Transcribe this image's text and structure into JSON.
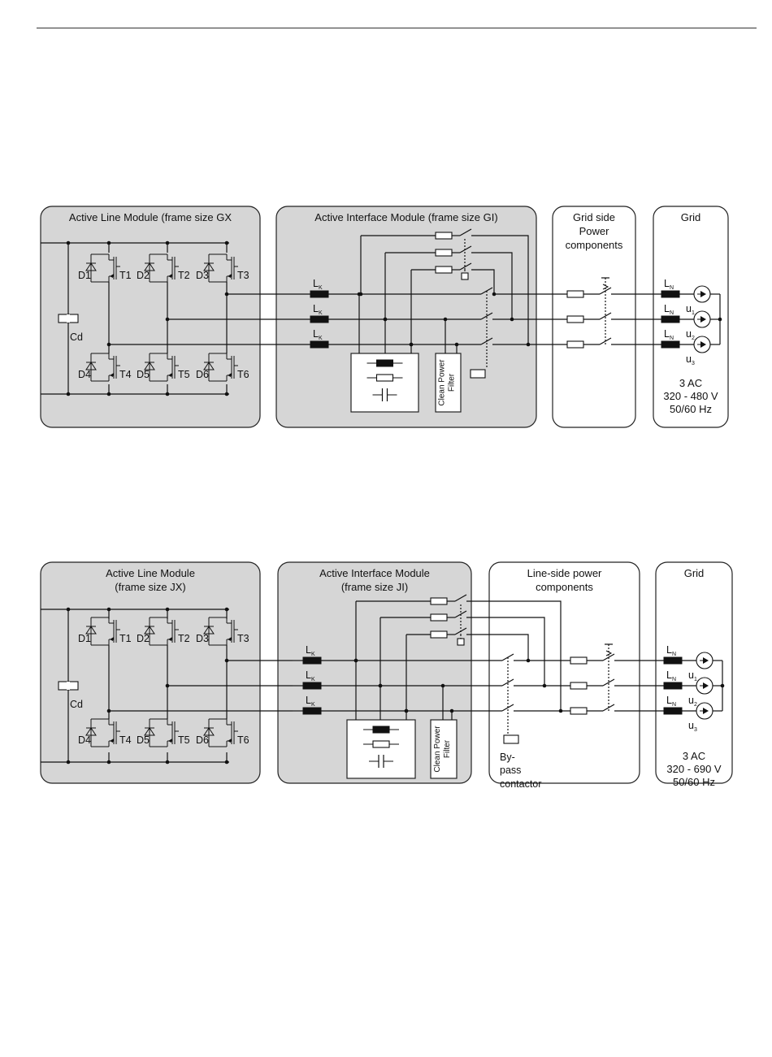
{
  "diagrams": [
    {
      "id": "gx",
      "alm_title": [
        "Active Line Module (frame size GX"
      ],
      "aim_title": [
        "Active Interface Module (frame size GI)"
      ],
      "lpc_title": [
        "Grid side",
        "Power",
        "components"
      ],
      "grid_title": "Grid",
      "capacitor_label": "Cd",
      "diodes": [
        "D1",
        "D2",
        "D3",
        "D4",
        "D5",
        "D6"
      ],
      "transistors": [
        "T1",
        "T2",
        "T3",
        "T4",
        "T5",
        "T6"
      ],
      "inductor_k": "L",
      "inductor_k_sub": "K",
      "inductor_n": "L",
      "inductor_n_sub": "N",
      "voltage_sources": [
        "u",
        "u",
        "u"
      ],
      "voltage_subs": [
        "1",
        "2",
        "3"
      ],
      "filter_label": [
        "Clean Power",
        "Filter"
      ],
      "bypass_label": [],
      "supply": [
        "3 AC",
        "320 - 480 V",
        "50/60 Hz"
      ]
    },
    {
      "id": "jx",
      "alm_title": [
        "Active Line Module",
        "(frame size JX)"
      ],
      "aim_title": [
        "Active Interface Module",
        "(frame size JI)"
      ],
      "lpc_title": [
        "Line-side power",
        "components"
      ],
      "grid_title": "Grid",
      "capacitor_label": "Cd",
      "diodes": [
        "D1",
        "D2",
        "D3",
        "D4",
        "D5",
        "D6"
      ],
      "transistors": [
        "T1",
        "T2",
        "T3",
        "T4",
        "T5",
        "T6"
      ],
      "inductor_k": "L",
      "inductor_k_sub": "K",
      "inductor_n": "L",
      "inductor_n_sub": "N",
      "voltage_sources": [
        "u",
        "u",
        "u"
      ],
      "voltage_subs": [
        "1",
        "2",
        "3"
      ],
      "filter_label": [
        "Clean Power",
        "Filter"
      ],
      "bypass_label": [
        "By-",
        "pass",
        "contactor"
      ],
      "supply": [
        "3 AC",
        "320 - 690 V",
        "50/60 Hz"
      ]
    }
  ]
}
